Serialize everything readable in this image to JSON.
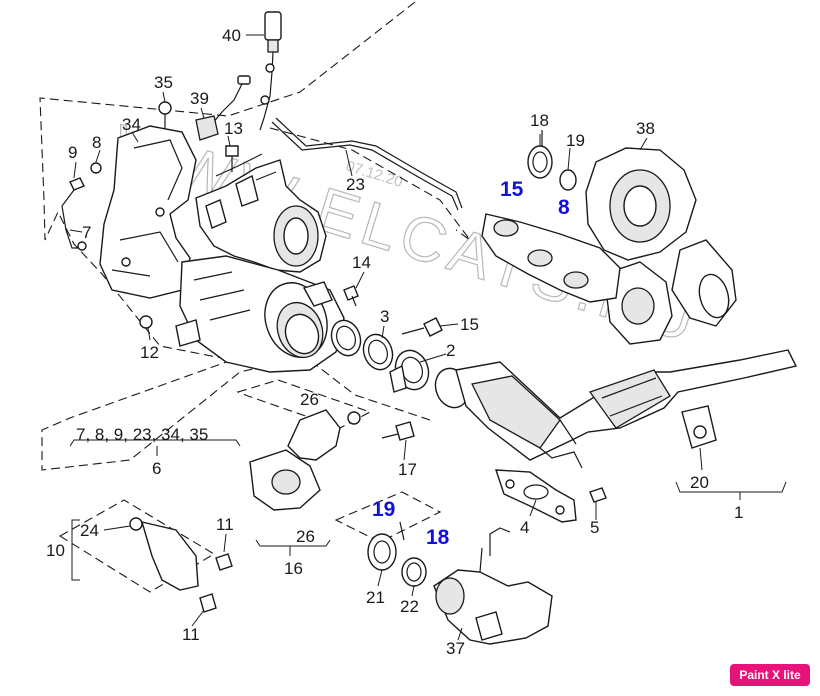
{
  "watermark": "WWW.ELCATS.RU",
  "watermark_code": "07.12.20",
  "badge": "Paint X lite",
  "colors": {
    "line": "#1a1a1a",
    "annotation": "#1010d8",
    "badge": "#e8137a"
  },
  "labels": {
    "p1": "1",
    "p2": "2",
    "p3": "3",
    "p4": "4",
    "p5": "5",
    "p6": "6",
    "p7": "7",
    "p8": "8",
    "p9": "9",
    "p10": "10",
    "p11a": "11",
    "p11b": "11",
    "p12": "12",
    "p13": "13",
    "p14": "14",
    "p15": "15",
    "p16": "16",
    "p17": "17",
    "p18": "18",
    "p19": "19",
    "p20": "20",
    "p21": "21",
    "p22": "22",
    "p23": "23",
    "p24": "24",
    "p26a": "26",
    "p26b": "26",
    "p34": "34",
    "p35": "35",
    "p37": "37",
    "p38": "38",
    "p39": "39",
    "p40": "40",
    "group6": "7, 8, 9, 23, 34, 35"
  },
  "annotations": {
    "a15": "15",
    "a8": "8",
    "a19": "19",
    "a18": "18"
  }
}
